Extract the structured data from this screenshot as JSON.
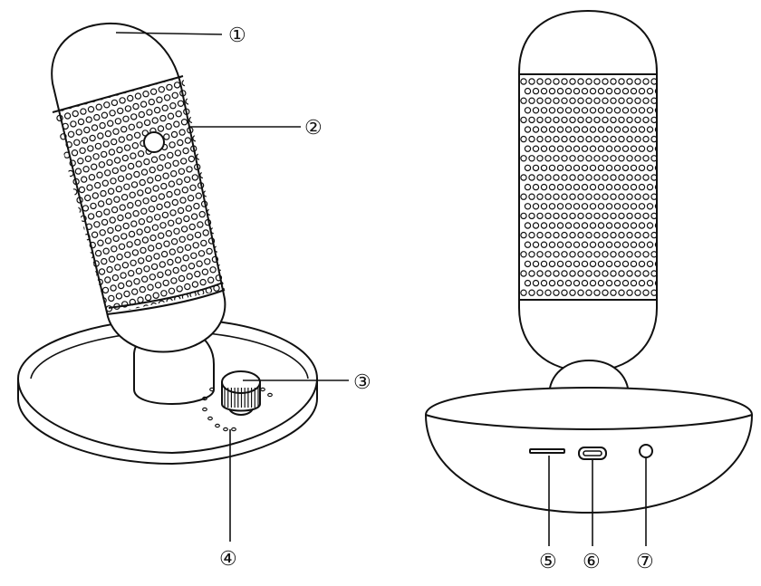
{
  "callouts": {
    "c1": "①",
    "c2": "②",
    "c3": "③",
    "c4": "④",
    "c5": "⑤",
    "c6": "⑥",
    "c7": "⑦"
  },
  "icons": {
    "front_view": "microphone-angled-view",
    "rear_view": "microphone-rear-view"
  }
}
